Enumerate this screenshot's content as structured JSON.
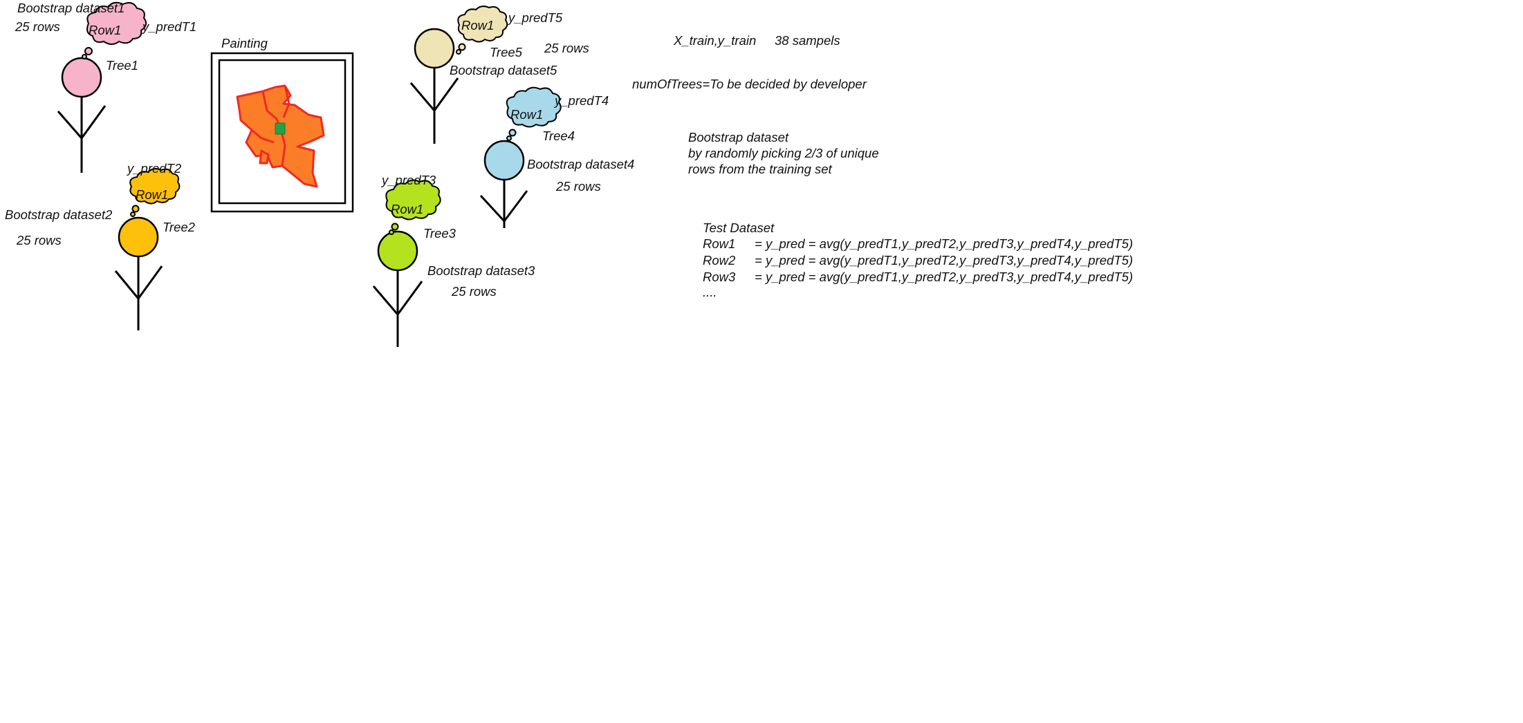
{
  "canvas": {
    "background": "#ffffff"
  },
  "colors": {
    "tree1": "#f7b3c9",
    "tree2": "#fdc00b",
    "tree3": "#b5e21e",
    "tree4": "#a7d9ea",
    "tree5": "#efe4b5",
    "painting_orange": "#fb7d28",
    "painting_outline": "#ee2b22",
    "painting_green": "#22a348",
    "line": "#000000"
  },
  "trees": [
    {
      "id": "tree1",
      "bootstrap": "Bootstrap dataset1",
      "rows": "25 rows",
      "cloud": "Row1",
      "prediction": "y_predT1",
      "tree": "Tree1"
    },
    {
      "id": "tree2",
      "bootstrap": "Bootstrap dataset2",
      "rows": "25 rows",
      "cloud": "Row1",
      "prediction": "y_predT2",
      "tree": "Tree2"
    },
    {
      "id": "tree3",
      "bootstrap": "Bootstrap dataset3",
      "rows": "25 rows",
      "cloud": "Row1",
      "prediction": "y_predT3",
      "tree": "Tree3"
    },
    {
      "id": "tree4",
      "bootstrap": "Bootstrap dataset4",
      "rows": "25 rows",
      "cloud": "Row1",
      "prediction": "y_predT4",
      "tree": "Tree4"
    },
    {
      "id": "tree5",
      "bootstrap": "Bootstrap dataset5",
      "rows": "25 rows",
      "cloud": "Row1",
      "prediction": "y_predT5",
      "tree": "Tree5"
    }
  ],
  "painting": {
    "label": "Painting"
  },
  "notes": {
    "train": "X_train,y_train",
    "samples": "38 sampels",
    "num_trees": "numOfTrees=To be decided by developer",
    "bootstrap_title": "Bootstrap dataset",
    "bootstrap_line1": "by randomly picking 2/3 of unique",
    "bootstrap_line2": "rows from the training set"
  },
  "test_dataset": {
    "title": "Test Dataset",
    "rows": [
      {
        "name": "Row1",
        "formula": "= y_pred = avg(y_predT1,y_predT2,y_predT3,y_predT4,y_predT5)"
      },
      {
        "name": "Row2",
        "formula": "= y_pred = avg(y_predT1,y_predT2,y_predT3,y_predT4,y_predT5)"
      },
      {
        "name": "Row3",
        "formula": "= y_pred = avg(y_predT1,y_predT2,y_predT3,y_predT4,y_predT5)"
      }
    ],
    "ellipsis": "...."
  }
}
